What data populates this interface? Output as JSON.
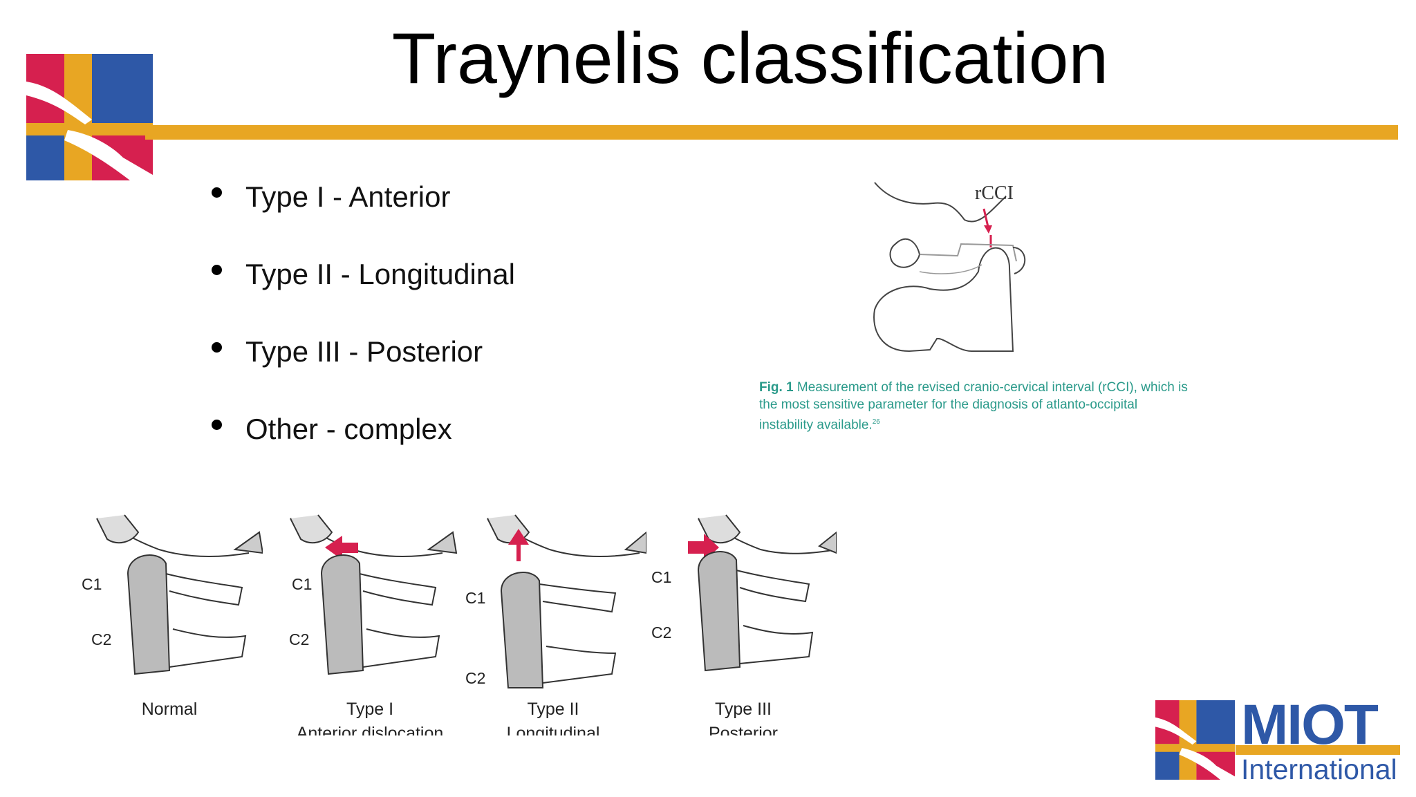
{
  "slide": {
    "title": "Traynelis classification",
    "bullets": [
      "Type I - Anterior",
      "Type II - Longitudinal",
      "Type III - Posterior",
      "Other - complex"
    ]
  },
  "figure1": {
    "label": "rCCI",
    "caption_prefix": "Fig. 1",
    "caption_text": "Measurement of the revised cranio-cervical interval (rCCI), which is the most sensitive parameter for the diagnosis of atlanto-occipital instability available.",
    "caption_ref": "26"
  },
  "panels": [
    {
      "title": "Normal",
      "subtitle": "",
      "c1": "C1",
      "c2": "C2"
    },
    {
      "title": "Type I",
      "subtitle": "Anterior dislocation",
      "c1": "C1",
      "c2": "C2"
    },
    {
      "title": "Type II",
      "subtitle": "Longitudinal",
      "c1": "C1",
      "c2": "C2"
    },
    {
      "title": "Type III",
      "subtitle": "Posterior",
      "c1": "C1",
      "c2": "C2"
    }
  ],
  "logo": {
    "word": "MIOT",
    "sub": "International"
  },
  "colors": {
    "gold": "#e8a623",
    "blue": "#2e58a7",
    "red": "#d6204f",
    "caption": "#2a9a8a"
  }
}
